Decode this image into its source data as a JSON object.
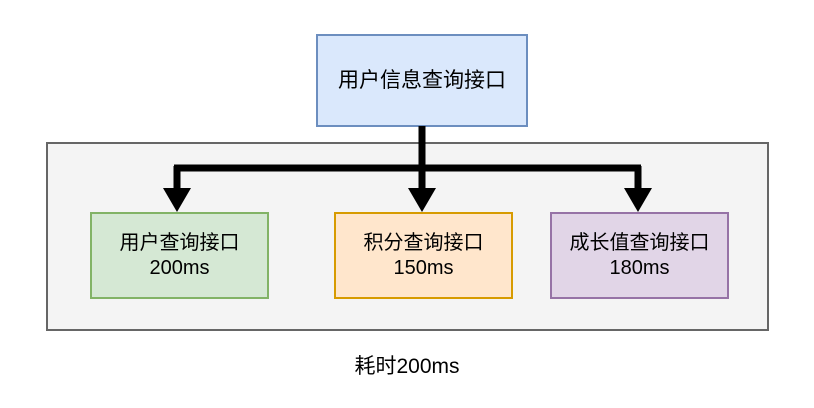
{
  "diagram": {
    "type": "flowchart-fanout",
    "root": {
      "label": "用户信息查询接口",
      "fill": "#dae8fc",
      "stroke": "#6c8ebf"
    },
    "group": {
      "fill": "#f4f4f4",
      "stroke": "#666666"
    },
    "children": [
      {
        "label": "用户查询接口",
        "metric": "200ms",
        "fill": "#d5e8d4",
        "stroke": "#82b366"
      },
      {
        "label": "积分查询接口",
        "metric": "150ms",
        "fill": "#ffe6cc",
        "stroke": "#d79b00"
      },
      {
        "label": "成长值查询接口",
        "metric": "180ms",
        "fill": "#e1d5e7",
        "stroke": "#9673a6"
      }
    ],
    "connector": {
      "color": "#000000",
      "style": "orthogonal-fork-arrow",
      "count": 3
    },
    "caption": "耗时200ms"
  }
}
